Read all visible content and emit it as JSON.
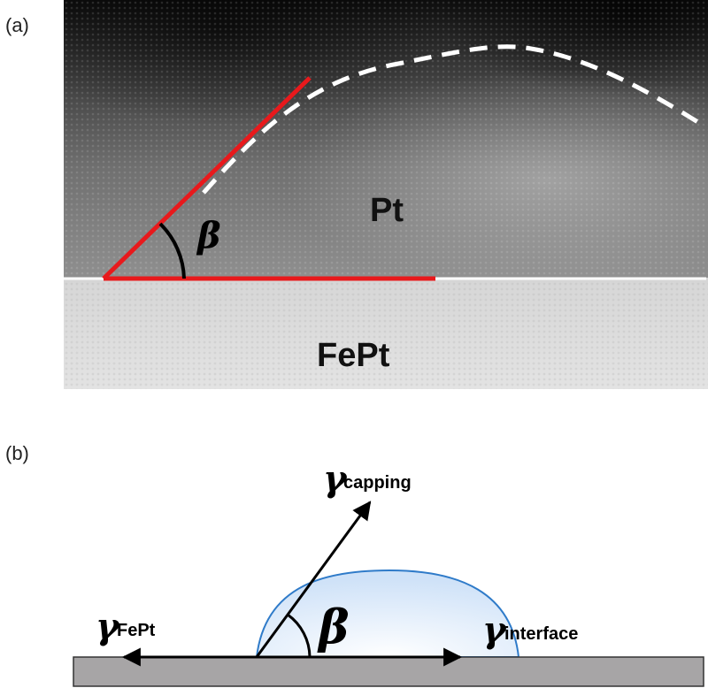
{
  "panel_a": {
    "label": "(a)",
    "region_top": "Pt",
    "region_bottom": "FePt",
    "angle_symbol": "β",
    "colors": {
      "tangent": "#e8191c",
      "interface": "#ffffff",
      "profile": "#ffffff"
    }
  },
  "panel_b": {
    "label": "(b)",
    "angle_symbol": "β",
    "gamma_symbol": "γ",
    "capping_sub": "capping",
    "fept_sub": "FePt",
    "interface_sub": "interface",
    "colors": {
      "substrate": "#a7a5a6",
      "droplet_edge": "#2f7bc9",
      "droplet_fill": "#d9e9fb"
    }
  }
}
